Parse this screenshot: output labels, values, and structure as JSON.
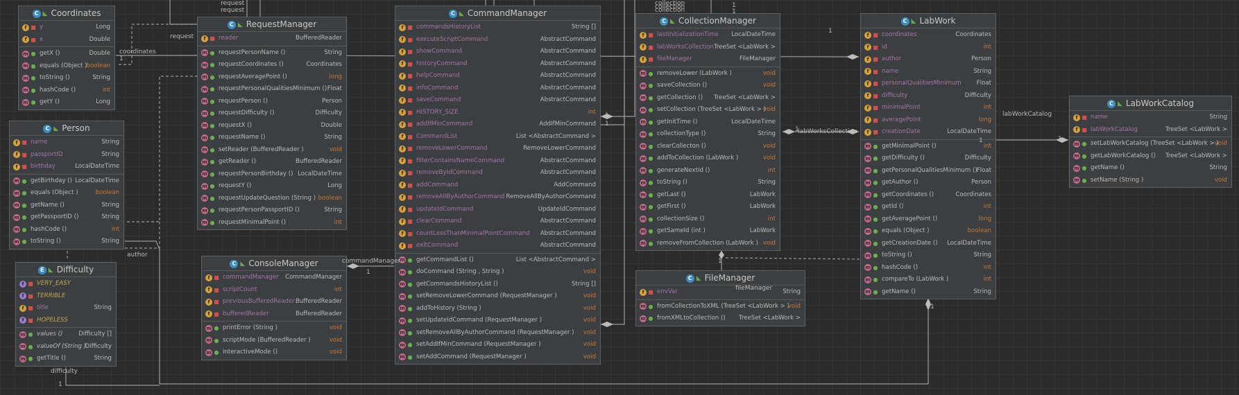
{
  "edge_labels": [
    "request",
    "request",
    "request",
    "coordinates",
    "1",
    "1",
    "author",
    "difficulty",
    "1",
    "commandManager",
    "1",
    "fileManager",
    "1",
    "labWorksCollection",
    "1",
    "labWorkCatalog",
    "1",
    "1",
    "1",
    "1",
    "1",
    "collection",
    "collection",
    "collection",
    "1",
    "1"
  ],
  "classes": [
    {
      "id": "coordinates",
      "name": "Coordinates",
      "badge": "C",
      "fields": [
        {
          "name": "y",
          "type": "Long"
        },
        {
          "name": "x",
          "type": "Double"
        }
      ],
      "methods": [
        {
          "name": "getX ()",
          "type": "Double"
        },
        {
          "name": "equals (Object )",
          "type": "boolean"
        },
        {
          "name": "toString ()",
          "type": "String"
        },
        {
          "name": "hashCode ()",
          "type": "int"
        },
        {
          "name": "getY ()",
          "type": "Long"
        }
      ]
    },
    {
      "id": "person",
      "name": "Person",
      "badge": "C",
      "fields": [
        {
          "name": "name",
          "type": "String"
        },
        {
          "name": "passportID",
          "type": "String"
        },
        {
          "name": "birthday",
          "type": "LocalDateTime"
        }
      ],
      "methods": [
        {
          "name": "getBirthday ()",
          "type": "LocalDateTime"
        },
        {
          "name": "equals (Object )",
          "type": "boolean"
        },
        {
          "name": "getName ()",
          "type": "String"
        },
        {
          "name": "getPassportID ()",
          "type": "String"
        },
        {
          "name": "hashCode ()",
          "type": "int"
        },
        {
          "name": "toString ()",
          "type": "String"
        }
      ]
    },
    {
      "id": "difficulty",
      "name": "Difficulty",
      "badge": "E",
      "fields": [
        {
          "name": "VERY_EASY",
          "type": ""
        },
        {
          "name": "TERRIBLE",
          "type": ""
        },
        {
          "name": "title",
          "type": "String"
        },
        {
          "name": "HOPELESS",
          "type": ""
        }
      ],
      "methods": [
        {
          "name": "values ()",
          "type": "Difficulty []"
        },
        {
          "name": "valueOf (String )",
          "type": "Difficulty"
        },
        {
          "name": "getTitle ()",
          "type": "String"
        }
      ]
    },
    {
      "id": "requestManager",
      "name": "RequestManager",
      "badge": "C",
      "fields": [
        {
          "name": "reader",
          "type": "BufferedReader"
        }
      ],
      "methods": [
        {
          "name": "requestPersonName ()",
          "type": "String"
        },
        {
          "name": "requestCoordinates ()",
          "type": "Coordinates"
        },
        {
          "name": "requestAveragePoint ()",
          "type": "long"
        },
        {
          "name": "requestPersonalQualitiesMinimum ()",
          "type": "Float"
        },
        {
          "name": "requestPerson ()",
          "type": "Person"
        },
        {
          "name": "requestDifficulty ()",
          "type": "Difficulty"
        },
        {
          "name": "requestX ()",
          "type": "Double"
        },
        {
          "name": "requestName ()",
          "type": "String"
        },
        {
          "name": "setReader (BufferedReader )",
          "type": "void"
        },
        {
          "name": "getReader ()",
          "type": "BufferedReader"
        },
        {
          "name": "requestPersonBirthday ()",
          "type": "LocalDateTime"
        },
        {
          "name": "requestY ()",
          "type": "Long"
        },
        {
          "name": "requestUpdateQuestion (String )",
          "type": "boolean"
        },
        {
          "name": "requestPersonPassportID ()",
          "type": "String"
        },
        {
          "name": "requestMinimalPoint ()",
          "type": "int"
        }
      ]
    },
    {
      "id": "consoleManager",
      "name": "ConsoleManager",
      "badge": "C",
      "fields": [
        {
          "name": "commandManager",
          "type": "CommandManager"
        },
        {
          "name": "scriptCount",
          "type": "int"
        },
        {
          "name": "previousBufferedReader",
          "type": "BufferedReader"
        },
        {
          "name": "bufferedReader",
          "type": "BufferedReader"
        }
      ],
      "methods": [
        {
          "name": "printError (String )",
          "type": "void"
        },
        {
          "name": "scriptMode (BufferedReader )",
          "type": "void"
        },
        {
          "name": "interactiveMode ()",
          "type": "void"
        }
      ]
    },
    {
      "id": "commandManager",
      "name": "CommandManager",
      "badge": "C",
      "fields": [
        {
          "name": "commandsHistoryList",
          "type": "String []"
        },
        {
          "name": "executeScriptCommand",
          "type": "AbstractCommand"
        },
        {
          "name": "showCommand",
          "type": "AbstractCommand"
        },
        {
          "name": "historyCommand",
          "type": "AbstractCommand"
        },
        {
          "name": "helpCommand",
          "type": "AbstractCommand"
        },
        {
          "name": "infoCommand",
          "type": "AbstractCommand"
        },
        {
          "name": "saveCommand",
          "type": "AbstractCommand"
        },
        {
          "name": "HISTORY_SIZE",
          "type": "int"
        },
        {
          "name": "addIfMinCommand",
          "type": "AddIfMinCommand"
        },
        {
          "name": "CommandList",
          "type": "List <AbstractCommand >"
        },
        {
          "name": "removeLowerCommand",
          "type": "RemoveLowerCommand"
        },
        {
          "name": "filterContainsNameCommand",
          "type": "AbstractCommand"
        },
        {
          "name": "removeByIdCommand",
          "type": "AbstractCommand"
        },
        {
          "name": "addCommand",
          "type": "AddCommand"
        },
        {
          "name": "removeAllByAuthorCommand",
          "type": "RemoveAllByAuthorCommand"
        },
        {
          "name": "updateIdCommand",
          "type": "UpdateIdCommand"
        },
        {
          "name": "clearCommand",
          "type": "AbstractCommand"
        },
        {
          "name": "countLessThanMinimalPointCommand",
          "type": "AbstractCommand"
        },
        {
          "name": "exitCommand",
          "type": "AbstractCommand"
        }
      ],
      "methods": [
        {
          "name": "getCommandList ()",
          "type": "List <AbstractCommand >"
        },
        {
          "name": "doCommand (String , String )",
          "type": "void"
        },
        {
          "name": "getCommandsHistoryList ()",
          "type": "String []"
        },
        {
          "name": "setRemoveLowerCommand (RequestManager )",
          "type": "void"
        },
        {
          "name": "addToHistory (String )",
          "type": "void"
        },
        {
          "name": "setUpdateIdCommand (RequestManager )",
          "type": "void"
        },
        {
          "name": "setRemoveAllByAuthorCommand (RequestManager )",
          "type": "void"
        },
        {
          "name": "setAddIfMinCommand (RequestManager )",
          "type": "void"
        },
        {
          "name": "setAddCommand (RequestManager )",
          "type": "void"
        }
      ]
    },
    {
      "id": "collectionManager",
      "name": "CollectionManager",
      "badge": "C",
      "fields": [
        {
          "name": "lastInitializationTime",
          "type": "LocalDateTime"
        },
        {
          "name": "labWorksCollection",
          "type": "TreeSet <LabWork >"
        },
        {
          "name": "fileManager",
          "type": "FileManager"
        }
      ],
      "methods": [
        {
          "name": "removeLower (LabWork )",
          "type": "void"
        },
        {
          "name": "saveCollection ()",
          "type": "void"
        },
        {
          "name": "getCollection ()",
          "type": "TreeSet <LabWork >"
        },
        {
          "name": "setCollection (TreeSet <LabWork > )",
          "type": "void"
        },
        {
          "name": "getInitTime ()",
          "type": "LocalDateTime"
        },
        {
          "name": "collectionType ()",
          "type": "String"
        },
        {
          "name": "clearCollecton ()",
          "type": "void"
        },
        {
          "name": "addToCollection (LabWork )",
          "type": "void"
        },
        {
          "name": "generateNextId ()",
          "type": "int"
        },
        {
          "name": "toString ()",
          "type": "String"
        },
        {
          "name": "getLast ()",
          "type": "LabWork"
        },
        {
          "name": "getFirst ()",
          "type": "LabWork"
        },
        {
          "name": "collectionSize ()",
          "type": "int"
        },
        {
          "name": "getSameId (int )",
          "type": "LabWork"
        },
        {
          "name": "removeFromCollection (LabWork )",
          "type": "void"
        }
      ]
    },
    {
      "id": "fileManager",
      "name": "FileManager",
      "badge": "C",
      "fields": [
        {
          "name": "envVar",
          "type": "String"
        }
      ],
      "methods": [
        {
          "name": "fromCollectionToXML (TreeSet <LabWork > )",
          "type": "void"
        },
        {
          "name": "fromXMLtoCollection ()",
          "type": "TreeSet <LabWork >"
        }
      ]
    },
    {
      "id": "labWork",
      "name": "LabWork",
      "badge": "C",
      "fields": [
        {
          "name": "coordinates",
          "type": "Coordinates"
        },
        {
          "name": "id",
          "type": "int"
        },
        {
          "name": "author",
          "type": "Person"
        },
        {
          "name": "name",
          "type": "String"
        },
        {
          "name": "personalQualitiesMinimum",
          "type": "Float"
        },
        {
          "name": "difficulty",
          "type": "Difficulty"
        },
        {
          "name": "minimalPoint",
          "type": "int"
        },
        {
          "name": "averagePoint",
          "type": "long"
        },
        {
          "name": "creationDate",
          "type": "LocalDateTime"
        }
      ],
      "methods": [
        {
          "name": "getMinimalPoint ()",
          "type": "int"
        },
        {
          "name": "getDifficulty ()",
          "type": "Difficulty"
        },
        {
          "name": "getPersonalQualitiesMinimum ()",
          "type": "Float"
        },
        {
          "name": "getAuthor ()",
          "type": "Person"
        },
        {
          "name": "getCoordinates ()",
          "type": "Coordinates"
        },
        {
          "name": "getId ()",
          "type": "int"
        },
        {
          "name": "getAveragePoint ()",
          "type": "long"
        },
        {
          "name": "equals (Object )",
          "type": "boolean"
        },
        {
          "name": "getCreationDate ()",
          "type": "LocalDateTime"
        },
        {
          "name": "toString ()",
          "type": "String"
        },
        {
          "name": "hashCode ()",
          "type": "int"
        },
        {
          "name": "compareTo (LabWork )",
          "type": "int"
        },
        {
          "name": "getName ()",
          "type": "String"
        }
      ]
    },
    {
      "id": "labWorkCatalog",
      "name": "LabWorkCatalog",
      "badge": "C",
      "fields": [
        {
          "name": "name",
          "type": "String"
        },
        {
          "name": "labWorkCatalog",
          "type": "TreeSet <LabWork >"
        }
      ],
      "methods": [
        {
          "name": "setLabWorkCatalog (TreeSet <LabWork > )",
          "type": "void"
        },
        {
          "name": "getLabWorkCatalog ()",
          "type": "TreeSet <LabWork >"
        },
        {
          "name": "getName ()",
          "type": "String"
        },
        {
          "name": "setName (String )",
          "type": "void"
        }
      ]
    }
  ]
}
